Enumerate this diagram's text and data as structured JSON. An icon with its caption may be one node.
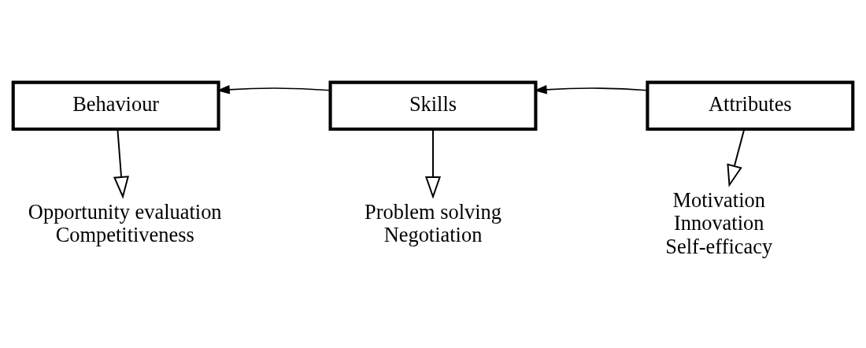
{
  "diagram": {
    "nodes": [
      {
        "text": [
          "Behaviour"
        ]
      },
      {
        "text": [
          "Skills"
        ]
      },
      {
        "text": [
          "Attributes"
        ]
      },
      {
        "text": [
          "Opportunity evaluation",
          "Competitiveness"
        ]
      },
      {
        "text": [
          "Problem solving",
          "Negotiation"
        ]
      },
      {
        "text": [
          "Motivation",
          "Innovation",
          "Self-efficacy"
        ]
      }
    ],
    "edges": [
      {
        "from": 1,
        "to": 0,
        "arrow": "to"
      },
      {
        "from": 2,
        "to": 1,
        "arrow": "to"
      },
      {
        "from": 0,
        "to": 3,
        "arrow": "to"
      },
      {
        "from": 1,
        "to": 4,
        "arrow": "to"
      },
      {
        "from": 2,
        "to": 5,
        "arrow": "to"
      }
    ]
  }
}
